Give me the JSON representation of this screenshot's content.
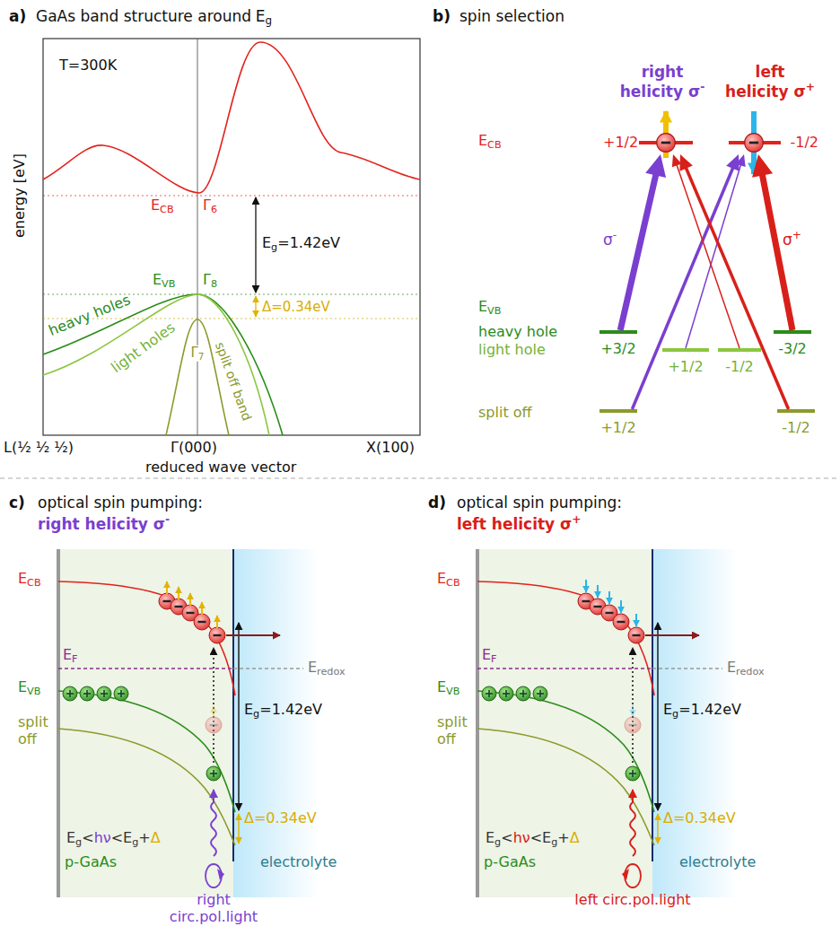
{
  "diagram": {
    "nodes": [
      {
        "text": [
          "+1/2"
        ]
      },
      {
        "text": [
          "-1/2"
        ]
      },
      {
        "text": [
          "+3/2"
        ]
      },
      {
        "text": [
          "+1/2"
        ]
      },
      {
        "text": [
          "-1/2"
        ]
      },
      {
        "text": [
          "-3/2"
        ]
      },
      {
        "text": [
          "+1/2"
        ]
      },
      {
        "text": [
          "-1/2"
        ]
      }
    ],
    "edges": [
      {
        "from": 2,
        "to": 0,
        "arrow": "to"
      },
      {
        "from": 3,
        "to": 1,
        "arrow": "to"
      },
      {
        "from": 6,
        "to": 1,
        "arrow": "to"
      },
      {
        "from": 5,
        "to": 1,
        "arrow": "to"
      },
      {
        "from": 4,
        "to": 0,
        "arrow": "to"
      },
      {
        "from": 7,
        "to": 0,
        "arrow": "to"
      }
    ],
    "labels": [
      "a)",
      "GaAs band structure around",
      "E",
      "g",
      "T=300K",
      "energy [eV]",
      "E",
      "CB",
      "Γ",
      "6",
      "E",
      "g",
      "=1.42eV",
      "E",
      "VB",
      "Γ",
      "8",
      "Δ=0.34eV",
      "Γ",
      "7",
      "heavy holes",
      "light holes",
      "split off band",
      "L(½ ½ ½)",
      "Γ(000)",
      "X(100)",
      "reduced wave vector",
      "b)",
      "spin selection",
      "right",
      "helicity σ",
      "-",
      "left",
      "helicity σ",
      "+",
      "E",
      "CB",
      "σ",
      "-",
      "σ",
      "+",
      "E",
      "VB",
      "heavy hole",
      "light hole",
      "split off",
      "c)",
      "optical spin pumping:",
      "right helicity σ",
      "-",
      "E",
      "CB",
      "E",
      "F",
      "E",
      "VB",
      "split off",
      "E",
      "redox",
      "E",
      "g",
      "=1.42eV",
      "Δ=0.34eV",
      "E",
      "g",
      "<",
      "hν",
      "<E",
      "g",
      "+",
      "Δ",
      "p-GaAs",
      "electrolyte",
      "right circ.pol.light",
      "d)",
      "optical spin pumping:",
      "left helicity σ",
      "+",
      "E",
      "CB",
      "E",
      "F",
      "E",
      "VB",
      "split off",
      "E",
      "redox",
      "E",
      "g",
      "=1.42eV",
      "Δ=0.34eV",
      "E",
      "g",
      "<",
      "hν",
      "<E",
      "g",
      "+",
      "Δ",
      "p-GaAs",
      "electrolyte",
      "left circ.pol.light"
    ]
  }
}
